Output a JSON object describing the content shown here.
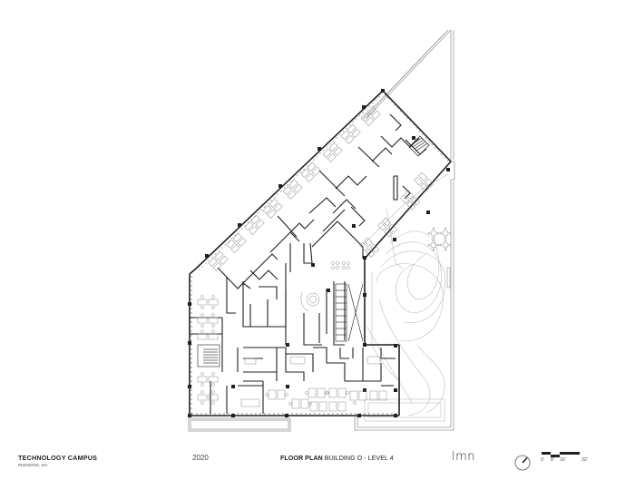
{
  "title_block": {
    "project_name": "TECHNOLOGY CAMPUS",
    "project_location": "REDMOND, WA",
    "year": "2020",
    "sheet_title_bold": "FLOOR PLAN",
    "sheet_title_rest": " BUILDING O - LEVEL 4",
    "logo": "lmn",
    "north_arrow_icon": "north-arrow-icon",
    "scale_bar": {
      "labels": [
        "0'",
        "8'",
        "16'",
        "32'"
      ]
    }
  },
  "plan": {
    "type": "architectural-floor-plan",
    "regions": [
      {
        "name": "diagonal-office-wing",
        "description": "Open office workstations and private offices along diagonal northwest facade"
      },
      {
        "name": "west-open-office",
        "description": "Workstation clusters along west facade"
      },
      {
        "name": "core",
        "description": "Restrooms, elevators, stairs, support spaces"
      },
      {
        "name": "central-lounge",
        "description": "Lounge / kitchen area with feature stair"
      },
      {
        "name": "south-open-office",
        "description": "Workstations and meeting rooms along south facade"
      },
      {
        "name": "east-terrace",
        "description": "Landscaped roof terrace with contoured planting and seating"
      },
      {
        "name": "south-balconies",
        "description": "Two balconies along south edge"
      }
    ],
    "colors": {
      "wall": "#231f20",
      "furniture": "#8a8a8a",
      "landscape": "#b5b5b5",
      "background": "#ffffff"
    }
  }
}
